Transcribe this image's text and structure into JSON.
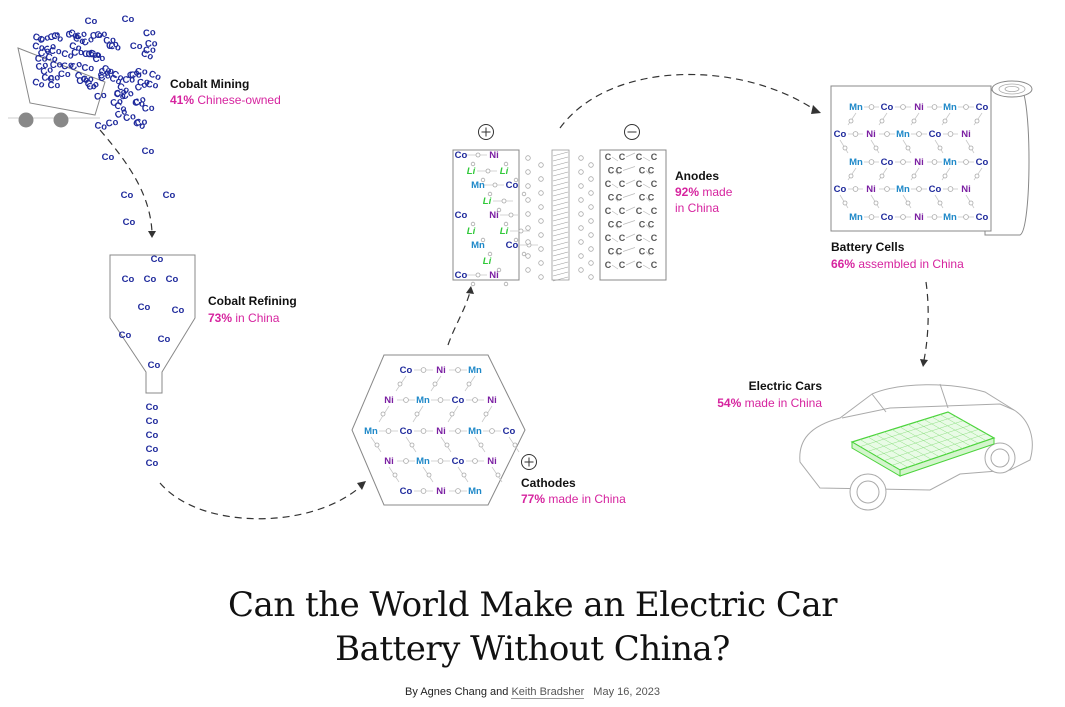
{
  "steps": {
    "mining": {
      "title": "Cobalt Mining",
      "pct": "41%",
      "rest": " Chinese-owned"
    },
    "refining": {
      "title": "Cobalt Refining",
      "pct": "73%",
      "rest": " in China"
    },
    "cathodes": {
      "title": "Cathodes",
      "pct": "77%",
      "rest": " made in China"
    },
    "anodes": {
      "title": "Anodes",
      "pct": "92%",
      "rest": " made",
      "rest2": "in China"
    },
    "cells": {
      "title": "Battery Cells",
      "pct": "66%",
      "rest": " assembled in China"
    },
    "cars": {
      "title": "Electric Cars",
      "pct": "54%",
      "rest": " made in China"
    }
  },
  "elements": {
    "co": "Co",
    "ni": "Ni",
    "mn": "Mn",
    "li": "Li",
    "c": "C"
  },
  "symbols": {
    "plus": "+",
    "minus": "−"
  },
  "headline": {
    "line1": "Can the World Make an Electric Car",
    "line2": "Battery Without China?"
  },
  "byline": {
    "prefix": "By Agnes Chang and",
    "author2": "Keith Bradsher",
    "date": "May 16, 2023"
  },
  "colors": {
    "magenta": "#d6249f",
    "cobalt": "#1f2a9c",
    "nickel": "#7b1fa2",
    "manganese": "#1e88c8",
    "lithium": "#31c93a"
  },
  "icons": [
    "mine-cart-icon",
    "hopper-icon",
    "hexagon-cathode-icon",
    "battery-cell-icon",
    "film-roll-icon",
    "electric-car-icon"
  ]
}
